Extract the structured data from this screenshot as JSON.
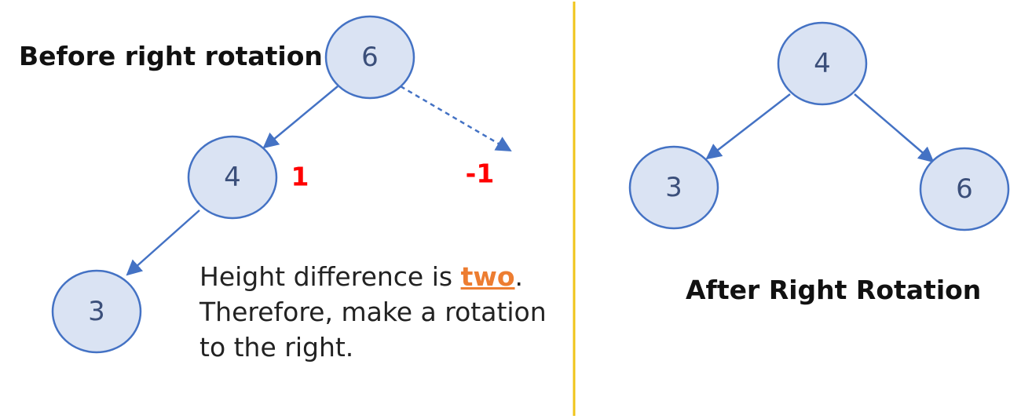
{
  "left_panel": {
    "title": "Before right rotation",
    "nodes": {
      "root": "6",
      "left": "4",
      "leftleft": "3"
    },
    "height_diffs": {
      "left": "1",
      "right": "-1"
    },
    "note": {
      "line1_prefix": "Height difference is ",
      "line1_emphasis": "two",
      "line1_suffix": ".",
      "line2": "Therefore, make a rotation",
      "line3": "to the right."
    }
  },
  "right_panel": {
    "title": "After Right Rotation",
    "nodes": {
      "root": "4",
      "left": "3",
      "right": "6"
    }
  },
  "colors": {
    "node_fill": "#dae3f3",
    "node_stroke": "#4472c4",
    "node_text": "#3b4f7a",
    "edge": "#4472c4",
    "height_diff": "#ff0000",
    "emphasis": "#ed7d31",
    "divider": "#f0c419"
  }
}
